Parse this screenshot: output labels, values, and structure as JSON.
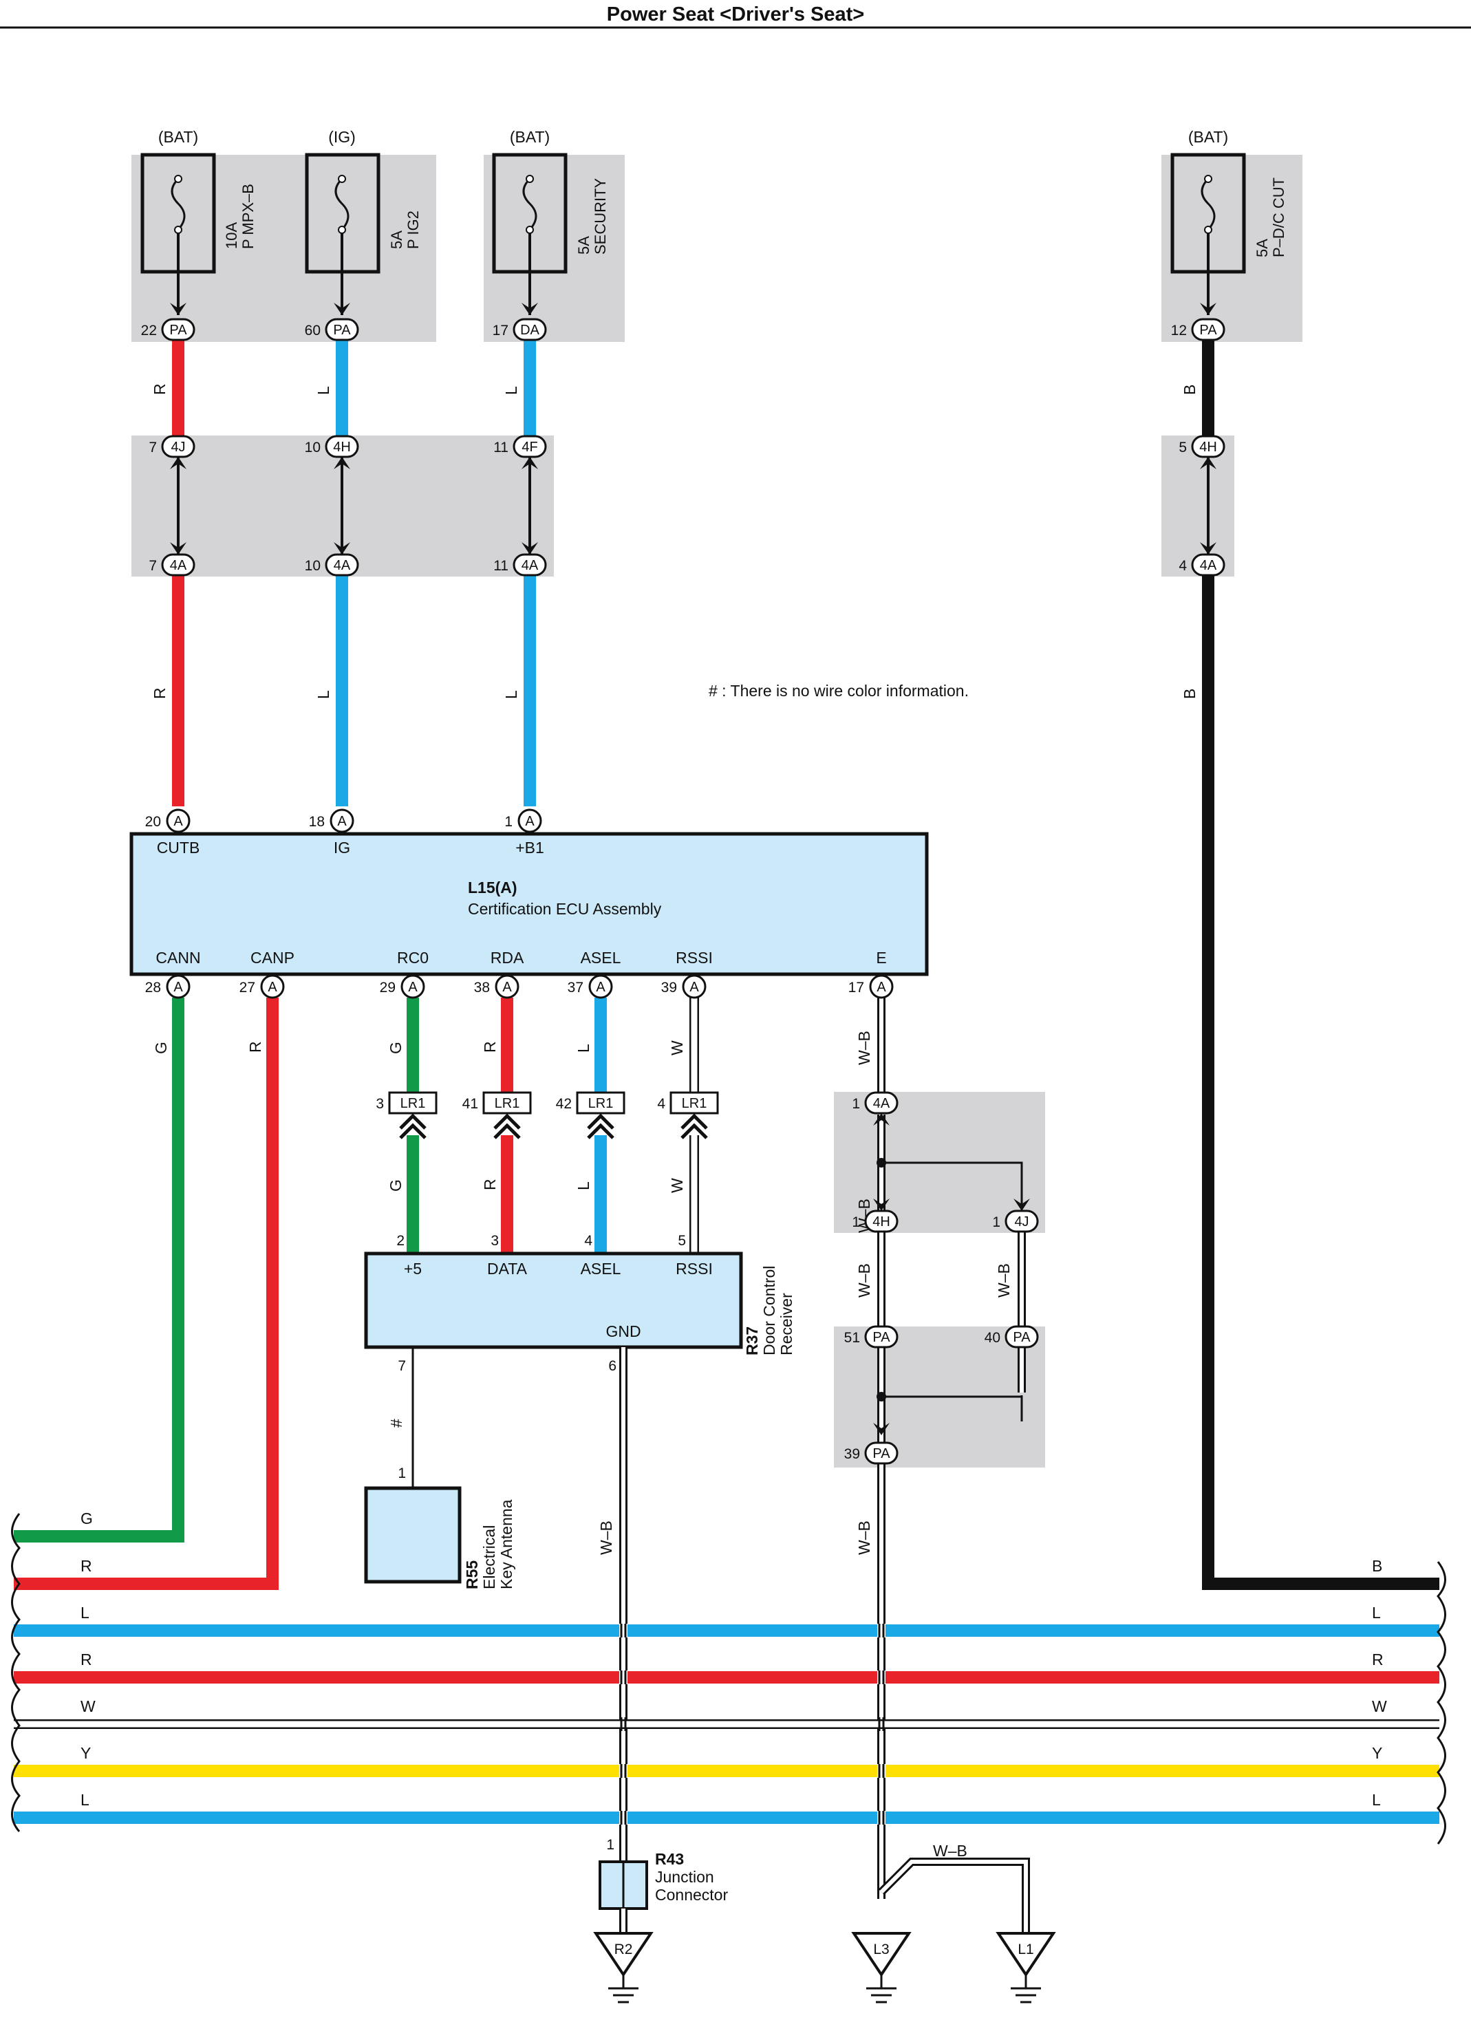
{
  "title": "Power Seat <Driver's Seat>",
  "note": "# : There is no wire color information.",
  "fuses": [
    {
      "source": "(BAT)",
      "rating": "10A",
      "name": "P MPX–B",
      "pin": "22",
      "conn": "PA"
    },
    {
      "source": "(IG)",
      "rating": "5A",
      "name": "P IG2",
      "pin": "60",
      "conn": "PA"
    },
    {
      "source": "(BAT)",
      "rating": "5A",
      "name": "SECURITY",
      "pin": "17",
      "conn": "DA"
    },
    {
      "source": "(BAT)",
      "rating": "5A",
      "name": "P–D/C CUT",
      "pin": "12",
      "conn": "PA"
    }
  ],
  "junctions_upper": [
    {
      "top_pin": "7",
      "top_conn": "4J",
      "bot_pin": "7",
      "bot_conn": "4A"
    },
    {
      "top_pin": "10",
      "top_conn": "4H",
      "bot_pin": "10",
      "bot_conn": "4A"
    },
    {
      "top_pin": "11",
      "top_conn": "4F",
      "bot_pin": "11",
      "bot_conn": "4A"
    },
    {
      "top_pin": "5",
      "top_conn": "4H",
      "bot_pin": "4",
      "bot_conn": "4A"
    }
  ],
  "wire_colors_upper": [
    "R",
    "L",
    "L",
    "B"
  ],
  "ecu": {
    "id": "L15(A)",
    "name": "Certification ECU Assembly",
    "top_pins": [
      {
        "pin": "20",
        "conn": "A",
        "label": "CUTB"
      },
      {
        "pin": "18",
        "conn": "A",
        "label": "IG"
      },
      {
        "pin": "1",
        "conn": "A",
        "label": "+B1"
      }
    ],
    "bottom_pins": [
      {
        "pin": "28",
        "conn": "A",
        "label": "CANN",
        "wire": "G"
      },
      {
        "pin": "27",
        "conn": "A",
        "label": "CANP",
        "wire": "R"
      },
      {
        "pin": "29",
        "conn": "A",
        "label": "RC0",
        "wire": "G"
      },
      {
        "pin": "38",
        "conn": "A",
        "label": "RDA",
        "wire": "R"
      },
      {
        "pin": "37",
        "conn": "A",
        "label": "ASEL",
        "wire": "L"
      },
      {
        "pin": "39",
        "conn": "A",
        "label": "RSSI",
        "wire": "W"
      },
      {
        "pin": "17",
        "conn": "A",
        "label": "E",
        "wire": "W–B"
      }
    ]
  },
  "lr1": [
    {
      "pin": "3",
      "conn": "LR1",
      "wire": "G"
    },
    {
      "pin": "41",
      "conn": "LR1",
      "wire": "R"
    },
    {
      "pin": "42",
      "conn": "LR1",
      "wire": "L"
    },
    {
      "pin": "4",
      "conn": "LR1",
      "wire": "W"
    }
  ],
  "receiver": {
    "id": "R37",
    "name": "Door Control",
    "name2": "Receiver",
    "pins": [
      {
        "pin": "2",
        "label": "+5"
      },
      {
        "pin": "3",
        "label": "DATA"
      },
      {
        "pin": "4",
        "label": "ASEL"
      },
      {
        "pin": "5",
        "label": "RSSI"
      }
    ],
    "gnd_label": "GND",
    "gnd_pin": "6",
    "ant_pin": "7"
  },
  "antenna": {
    "id": "R55",
    "name": "Electrical",
    "name2": "Key Antenna",
    "pin": "1",
    "wire": "#"
  },
  "ground_junctions": {
    "top": {
      "pin": "1",
      "conn": "4A"
    },
    "mid_left": {
      "pin": "1",
      "conn": "4H"
    },
    "mid_right": {
      "pin": "1",
      "conn": "4J"
    },
    "pa_left": {
      "pin": "51",
      "conn": "PA"
    },
    "pa_right": {
      "pin": "40",
      "conn": "PA"
    },
    "bottom": {
      "pin": "39",
      "conn": "PA"
    },
    "wire": "W–B"
  },
  "junction_connector": {
    "id": "R43",
    "name": "Junction",
    "name2": "Connector",
    "pin": "1"
  },
  "grounds": [
    "R2",
    "L3",
    "L1"
  ],
  "ground_wire": "W–B",
  "bus_wires": [
    {
      "left": "G",
      "right": "",
      "color": "#119a47"
    },
    {
      "left": "R",
      "right": "",
      "color": "#e8242a"
    },
    {
      "left": "",
      "right": "B",
      "color": "#111111"
    },
    {
      "left": "L",
      "right": "L",
      "color": "#1aa9e6"
    },
    {
      "left": "R",
      "right": "R",
      "color": "#e8242a"
    },
    {
      "left": "W",
      "right": "W",
      "color": "#ffffff"
    },
    {
      "left": "Y",
      "right": "Y",
      "color": "#ffe000"
    },
    {
      "left": "L",
      "right": "L",
      "color": "#1aa9e6"
    }
  ],
  "colors": {
    "red": "#e8242a",
    "blue": "#1aa9e6",
    "green": "#119a47",
    "black": "#111111",
    "yellow": "#ffe000",
    "box_fill": "#cbe9f8",
    "shade": "#d4d4d6"
  }
}
